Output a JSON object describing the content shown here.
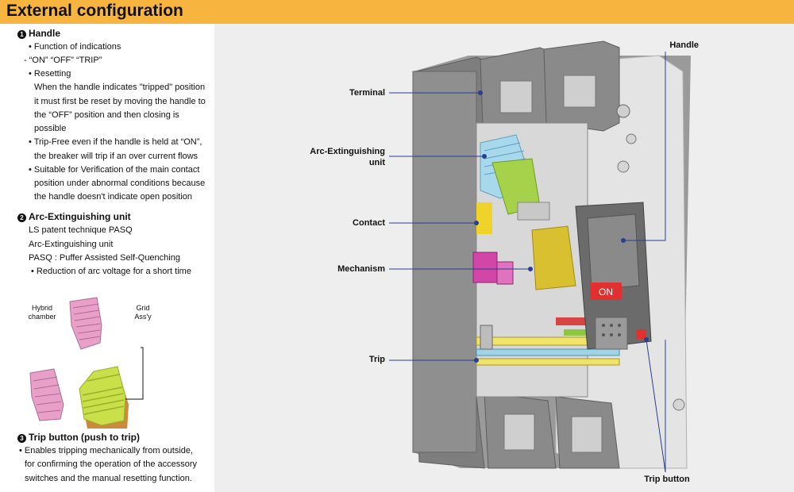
{
  "header": {
    "title": "External configuration"
  },
  "sections": {
    "handle": {
      "num": "1",
      "title": "Handle",
      "lines": [
        "• Function of indications",
        "- “ON”  “OFF”  “TRIP”",
        "• Resetting",
        "When the handle indicates \"tripped\" position",
        "it must first be reset by moving the handle to",
        "the “OFF” position and then closing is",
        "possible",
        "• Trip-Free even if the handle is held at “ON”,",
        "the breaker will trip if an over current flows",
        "• Suitable for Verification of the main contact",
        "position under abnormal conditions because",
        "the handle doesn't indicate open position"
      ]
    },
    "arc": {
      "num": "2",
      "title": "Arc-Extinguishing unit",
      "lines": [
        "LS patent technique PASQ",
        "Arc-Extinguishing unit",
        "PASQ : Puffer Assisted Self-Quenching",
        "• Reduction of arc voltage for a short time"
      ]
    },
    "trip": {
      "num": "3",
      "title": "Trip button (push to trip)",
      "lines": [
        "• Enables tripping mechanically from outside,",
        "for confirming the operation of the accessory",
        "switches and the manual resetting function."
      ]
    }
  },
  "parts_labels": {
    "hybrid": "Hybrid chamber",
    "grid": "Grid Ass'y"
  },
  "callouts": {
    "handle": "Handle",
    "terminal": "Terminal",
    "arc": "Arc-Extinguishing unit",
    "contact": "Contact",
    "mechanism": "Mechanism",
    "trip": "Trip",
    "trip_button": "Trip button"
  },
  "device": {
    "on_label": "ON"
  },
  "colors": {
    "header_bg": "#f7b53f",
    "callout_line": "#2a3f8f",
    "panel_bg": "#eeeeee",
    "body_gray": "#8c8c8c",
    "on_red": "#e03030"
  }
}
